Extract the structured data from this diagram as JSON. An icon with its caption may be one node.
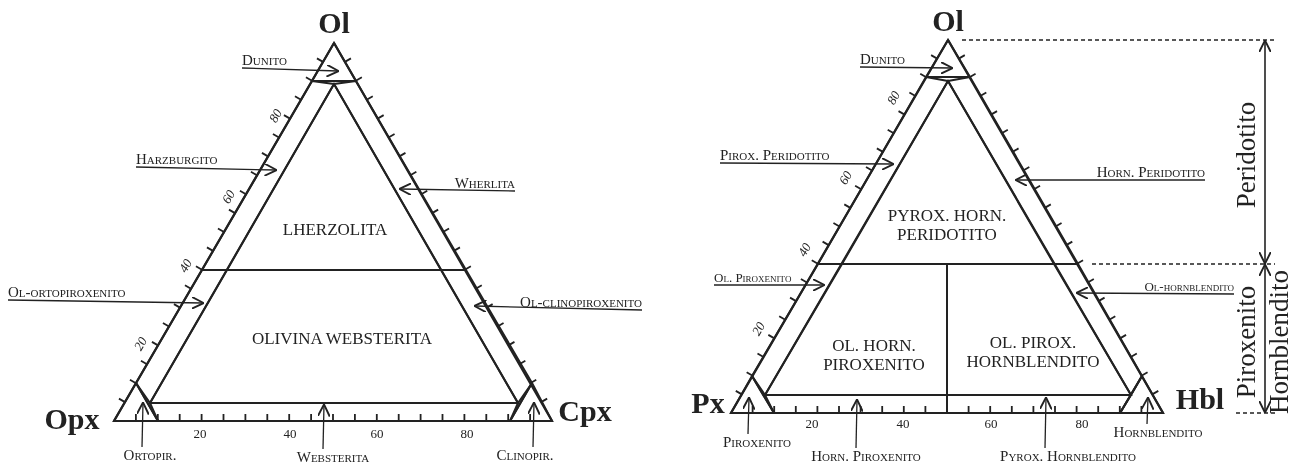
{
  "diagram": {
    "nodes": [
      {
        "text": [
          "LHERZOLITA"
        ]
      },
      {
        "text": [
          "OLIVINA WEBSTERITA"
        ]
      },
      {
        "text": [
          "Dunito"
        ]
      },
      {
        "text": [
          "Harzburgito"
        ]
      },
      {
        "text": [
          "Wherlita"
        ]
      },
      {
        "text": [
          "Ol-ortopiroxenito"
        ]
      },
      {
        "text": [
          "Ol-clinopiroxenito"
        ]
      },
      {
        "text": [
          "Ortopir."
        ]
      },
      {
        "text": [
          "Websterita"
        ]
      },
      {
        "text": [
          "Clinopir."
        ]
      },
      {
        "text": [
          "PYROX. HORN. PERIDOTITO"
        ]
      },
      {
        "text": [
          "OL. HORN. PIROXENITO"
        ]
      },
      {
        "text": [
          "OL. PIROX. HORNBLENDITO"
        ]
      },
      {
        "text": [
          "Dunito"
        ]
      },
      {
        "text": [
          "Pirox. Peridotito"
        ]
      },
      {
        "text": [
          "Horn. Peridotito"
        ]
      },
      {
        "text": [
          "Ol. Piroxenito"
        ]
      },
      {
        "text": [
          "Ol-hornblendito"
        ]
      },
      {
        "text": [
          "Piroxenito"
        ]
      },
      {
        "text": [
          "Horn. Piroxenito"
        ]
      },
      {
        "text": [
          "Pyrox. Hornblendito"
        ]
      },
      {
        "text": [
          "Hornblendito"
        ]
      },
      {
        "text": [],
        "shape": "triangle"
      },
      {
        "text": [],
        "shape": "band"
      },
      {
        "text": [],
        "shape": "band"
      },
      {
        "text": [],
        "shape": "band"
      },
      {
        "text": [],
        "shape": "band"
      },
      {
        "text": [],
        "shape": "triangle"
      },
      {
        "text": [],
        "shape": "band"
      },
      {
        "text": [],
        "shape": "triangle"
      },
      {
        "text": [],
        "shape": "triangle"
      },
      {
        "text": [],
        "shape": "band"
      },
      {
        "text": [],
        "shape": "band"
      },
      {
        "text": [],
        "shape": "band"
      },
      {
        "text": [],
        "shape": "band"
      },
      {
        "text": [],
        "shape": "triangle"
      },
      {
        "text": [],
        "shape": "band"
      },
      {
        "text": [],
        "shape": "band"
      },
      {
        "text": [],
        "shape": "triangle"
      }
    ],
    "edges": [
      {
        "from": 2,
        "to": 22,
        "arrow": "to"
      },
      {
        "from": 3,
        "to": 23,
        "arrow": "to"
      },
      {
        "from": 4,
        "to": 24,
        "arrow": "to"
      },
      {
        "from": 5,
        "to": 25,
        "arrow": "to"
      },
      {
        "from": 6,
        "to": 26,
        "arrow": "to"
      },
      {
        "from": 7,
        "to": 27,
        "arrow": "to"
      },
      {
        "from": 8,
        "to": 28,
        "arrow": "to"
      },
      {
        "from": 9,
        "to": 29,
        "arrow": "to"
      },
      {
        "from": 13,
        "to": 30,
        "arrow": "to"
      },
      {
        "from": 14,
        "to": 31,
        "arrow": "to"
      },
      {
        "from": 15,
        "to": 32,
        "arrow": "to"
      },
      {
        "from": 16,
        "to": 33,
        "arrow": "to"
      },
      {
        "from": 17,
        "to": 34,
        "arrow": "to"
      },
      {
        "from": 18,
        "to": 35,
        "arrow": "to"
      },
      {
        "from": 19,
        "to": 36,
        "arrow": "to"
      },
      {
        "from": 20,
        "to": 37,
        "arrow": "to"
      },
      {
        "from": 21,
        "to": 38,
        "arrow": "to"
      }
    ],
    "labels": [
      "Ol",
      "80",
      "60",
      "40",
      "20",
      "Opx",
      "Cpx",
      "20",
      "40",
      "60",
      "80",
      "Ol",
      "80",
      "60",
      "40",
      "20",
      "Px",
      "Hbl",
      "20",
      "40",
      "60",
      "80",
      "Peridotito",
      "Piroxenito",
      "Hornblendito"
    ]
  }
}
